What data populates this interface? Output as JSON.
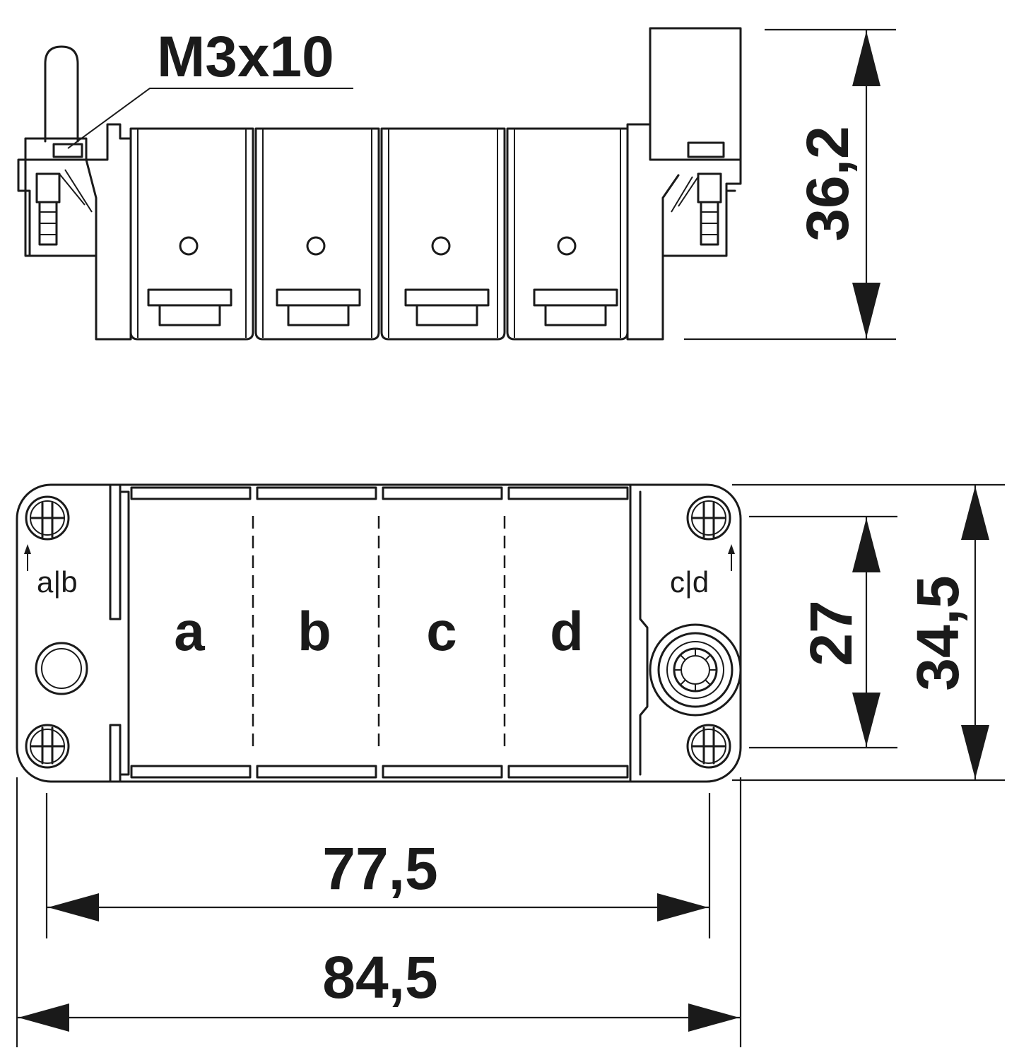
{
  "labels": {
    "screw_spec": "M3x10",
    "height_dim": "36,2",
    "inner_height_dim": "27",
    "outer_height_dim": "34,5",
    "inner_width_dim": "77,5",
    "outer_width_dim": "84,5",
    "left_marking": "a|b",
    "right_marking": "c|d",
    "slots": [
      "a",
      "b",
      "c",
      "d"
    ]
  }
}
